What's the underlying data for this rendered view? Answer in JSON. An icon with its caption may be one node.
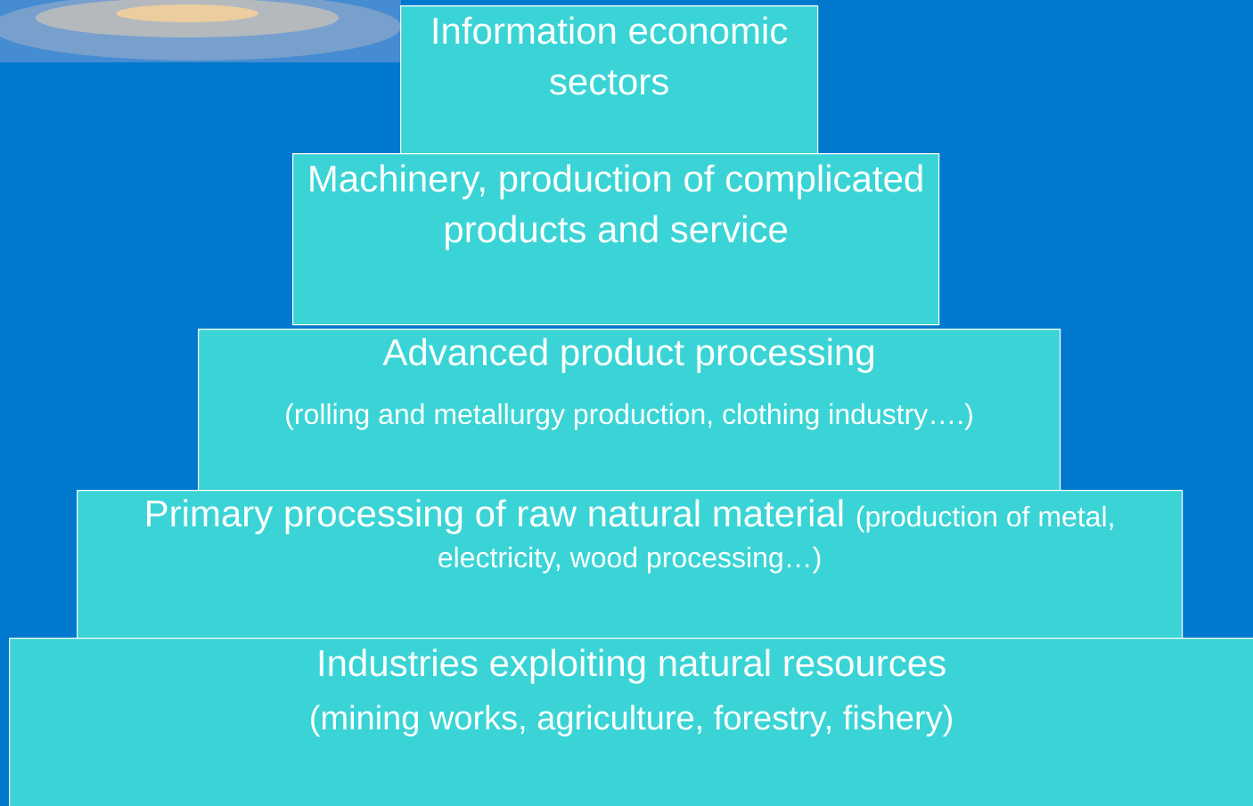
{
  "diagram": {
    "nodes": [
      {
        "text": [
          "Information economic sectors"
        ]
      },
      {
        "text": [
          "Machinery, production of complicated products and service"
        ]
      },
      {
        "text": [
          "Advanced product processing",
          "(rolling and metallurgy production, clothing industry….)"
        ]
      },
      {
        "text": [
          "Primary processing of raw natural material",
          "(production of metal, electricity, wood processing…)"
        ]
      },
      {
        "text": [
          "Industries exploiting natural resources",
          "(mining works, agriculture, forestry, fishery)"
        ]
      }
    ]
  }
}
